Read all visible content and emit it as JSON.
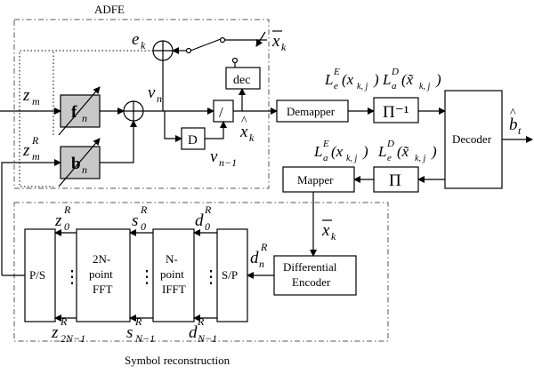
{
  "titles": {
    "adfe": "ADFE",
    "symbol_reconstruction": "Symbol reconstruction"
  },
  "blocks": {
    "demapper": "Demapper",
    "deinterleaver": "Π⁻¹",
    "decoder": "Decoder",
    "mapper": "Mapper",
    "interleaver": "Π",
    "dec": "dec",
    "delay": "D",
    "slicer": "/",
    "feedforward_filter": "f",
    "feedforward_sub": "n",
    "feedback_filter": "b",
    "feedback_sub": "n",
    "differential_encoder_line1": "Differential",
    "differential_encoder_line2": "Encoder",
    "ps": "P/S",
    "fft_line1": "2N-",
    "fft_line2": "point",
    "fft_line3": "FFT",
    "ifft_line1": "N-",
    "ifft_line2": "point",
    "ifft_line3": "IFFT",
    "sp": "S/P",
    "vdots": "⋮"
  },
  "signals": {
    "z_m": "z",
    "z_m_sub": "m",
    "z_m_R": "z",
    "z_m_R_sub": "m",
    "z_m_R_sup": "R",
    "v_n": "v",
    "v_n_sub": "n",
    "v_n1": "v",
    "v_n1_sub": "n−1",
    "e_k": "e",
    "e_k_sub": "k",
    "x_bar_k": "x",
    "x_bar_k_sub": "k",
    "x_hat_k": "x",
    "x_hat_k_sub": "k",
    "b_hat_t": "b",
    "b_hat_t_sub": "t",
    "x_bar_k2": "x",
    "x_bar_k2_sub": "k",
    "d_n_R": "d",
    "d_n_R_sub": "n",
    "d_n_R_sup": "R",
    "z0R": "z",
    "z0R_sub": "0",
    "z0R_sup": "R",
    "z2N1R": "z",
    "z2N1R_sub": "2N−1",
    "z2N1R_sup": "R",
    "s0R": "s",
    "s0R_sub": "0",
    "s0R_sup": "R",
    "sN1R": "s",
    "sN1R_sub": "N−1",
    "sN1R_sup": "R",
    "d0R": "d",
    "d0R_sub": "0",
    "d0R_sup": "R",
    "dN1R": "d",
    "dN1R_sub": "N−1",
    "dN1R_sup": "R",
    "LeE_top": "L",
    "LeE_top_sub": "e",
    "LeE_top_sup": "E",
    "LeE_top_arg": "(x",
    "LeE_top_arg_sub": "k, j",
    "LeE_top_close": ")",
    "LaD_top": "L",
    "LaD_top_sub": "a",
    "LaD_top_sup": "D",
    "LaD_top_arg": "(x̃",
    "LaD_top_arg_sub": "k, j",
    "LaD_top_close": ")",
    "LaE_bot": "L",
    "LaE_bot_sub": "a",
    "LaE_bot_sup": "E",
    "LaE_bot_arg": "(x",
    "LaE_bot_arg_sub": "k, j",
    "LaE_bot_close": ")",
    "LeD_bot": "L",
    "LeD_bot_sub": "e",
    "LeD_bot_sup": "D",
    "LeD_bot_arg": "(x̃",
    "LeD_bot_arg_sub": "k, j",
    "LeD_bot_close": ")"
  }
}
